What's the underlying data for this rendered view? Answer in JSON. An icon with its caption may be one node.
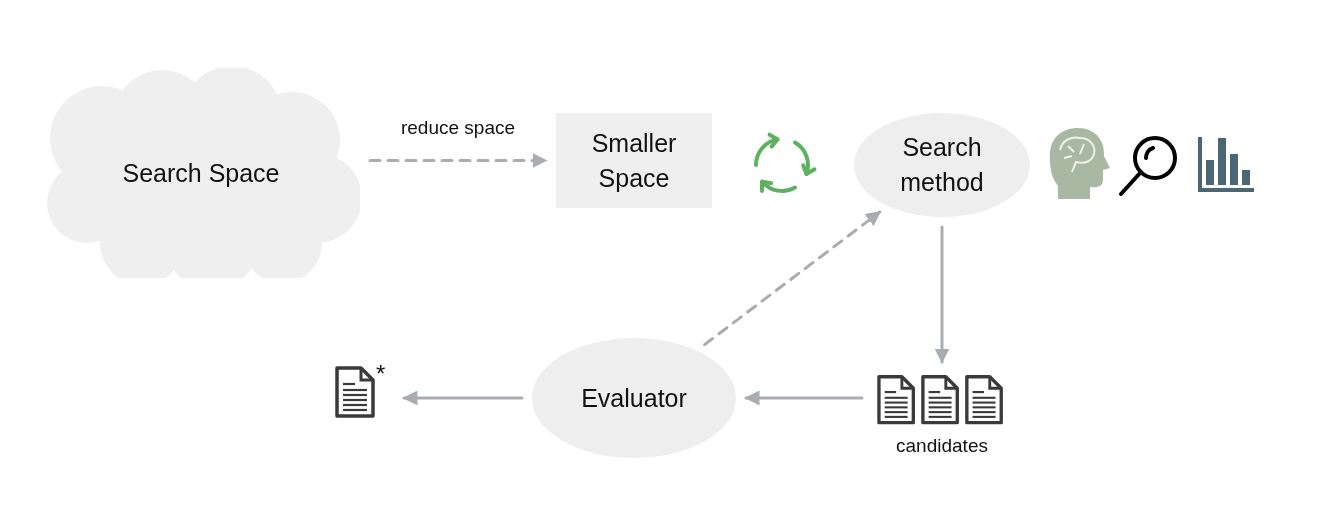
{
  "diagram": {
    "nodes": [
      {
        "text": [
          "Search Space"
        ]
      },
      {
        "text": [
          "Smaller Space"
        ]
      },
      {
        "text": [
          "Search method"
        ]
      },
      {
        "text": [
          "candidates"
        ]
      },
      {
        "text": [
          "Evaluator"
        ]
      },
      {
        "text": [
          "*"
        ]
      }
    ],
    "edges": [
      {
        "from": 0,
        "to": 1,
        "arrow": "to",
        "label": "reduce space",
        "style": "dashed"
      },
      {
        "from": 2,
        "to": 3,
        "arrow": "to"
      },
      {
        "from": 3,
        "to": 4,
        "arrow": "to"
      },
      {
        "from": 4,
        "to": 5,
        "arrow": "to"
      },
      {
        "from": 4,
        "to": 2,
        "arrow": "to",
        "style": "dashed"
      }
    ]
  }
}
